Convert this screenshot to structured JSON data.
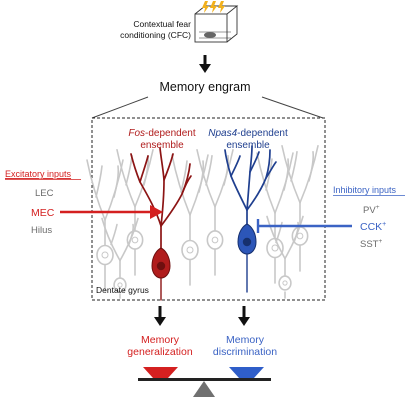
{
  "top": {
    "line1": "Contextual fear",
    "line2": "conditioning (CFC)"
  },
  "engram": {
    "label": "Memory engram"
  },
  "fos": {
    "gene": "Fos",
    "suffix": "-dependent",
    "line2": "ensemble"
  },
  "npas4": {
    "gene": "Npas4",
    "suffix": "-dependent",
    "line2": "ensemble"
  },
  "excitatory": {
    "heading": "Excitatory inputs",
    "items": [
      "LEC",
      "MEC",
      "Hilus"
    ]
  },
  "inhibitory": {
    "heading": "Inhibitory inputs",
    "items": [
      {
        "base": "PV",
        "sup": "+"
      },
      {
        "base": "CCK",
        "sup": "+"
      },
      {
        "base": "SST",
        "sup": "+"
      }
    ]
  },
  "region": {
    "label": "Dentate gyrus"
  },
  "outcomes": {
    "generalization": {
      "line1": "Memory",
      "line2": "generalization"
    },
    "discrimination": {
      "line1": "Memory",
      "line2": "discrimination"
    }
  },
  "colors": {
    "fos": "#b01c1c",
    "npas4": "#1f3f8f",
    "exc_input": "#d42020",
    "inh_input": "#3b63c4",
    "neuron_gray": "#c8c8c8",
    "fulcrum": "#707070",
    "lightning": "#f2b11c"
  }
}
